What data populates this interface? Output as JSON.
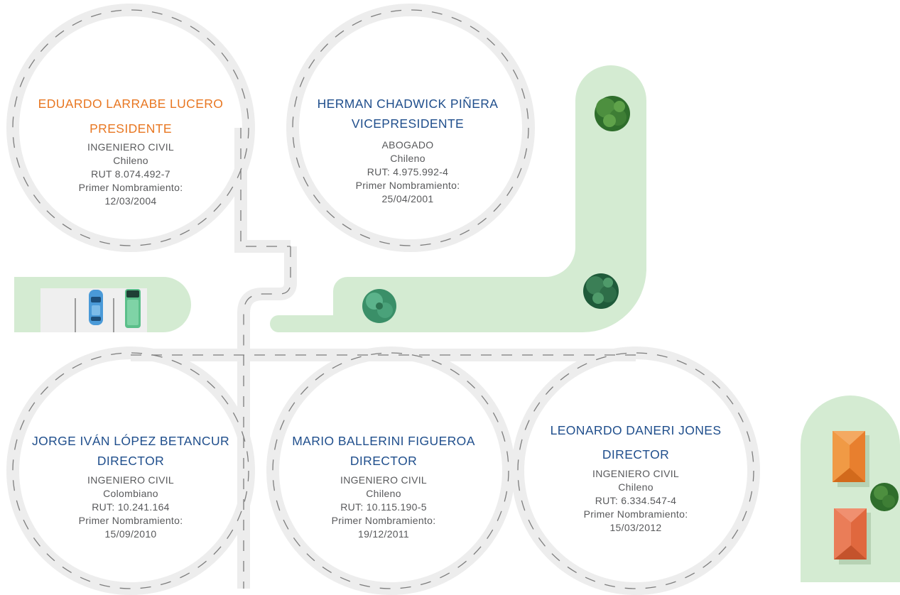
{
  "colors": {
    "road": "#ededed",
    "dash": "#7d7d7d",
    "grass": "#d4ebd2",
    "president": "#e87722",
    "directors": "#1f4e8c",
    "body_text": "#58595b"
  },
  "members": [
    {
      "name": "EDUARDO LARRABE LUCERO",
      "role": "PRESIDENTE",
      "profession": "INGENIERO CIVIL",
      "nationality": "Chileno",
      "rut": "RUT 8.074.492-7",
      "appointment_label": "Primer Nombramiento:",
      "appointment_date": "12/03/2004"
    },
    {
      "name": "HERMAN CHADWICK PIÑERA",
      "role": "VICEPRESIDENTE",
      "profession": "ABOGADO",
      "nationality": "Chileno",
      "rut": "RUT: 4.975.992-4",
      "appointment_label": "Primer Nombramiento:",
      "appointment_date": "25/04/2001"
    },
    {
      "name": "JORGE IVÁN LÓPEZ BETANCUR",
      "role": "DIRECTOR",
      "profession": "INGENIERO CIVIL",
      "nationality": "Colombiano",
      "rut": "RUT: 10.241.164",
      "appointment_label": "Primer Nombramiento:",
      "appointment_date": "15/09/2010"
    },
    {
      "name": "MARIO BALLERINI FIGUEROA",
      "role": "DIRECTOR",
      "profession": "INGENIERO CIVIL",
      "nationality": "Chileno",
      "rut": "RUT: 10.115.190-5",
      "appointment_label": "Primer Nombramiento:",
      "appointment_date": "19/12/2011"
    },
    {
      "name": "LEONARDO DANERI JONES",
      "role": "DIRECTOR",
      "profession": "INGENIERO CIVIL",
      "nationality": "Chileno",
      "rut": "RUT: 6.334.547-4",
      "appointment_label": "Primer Nombramiento:",
      "appointment_date": "15/03/2012"
    }
  ]
}
